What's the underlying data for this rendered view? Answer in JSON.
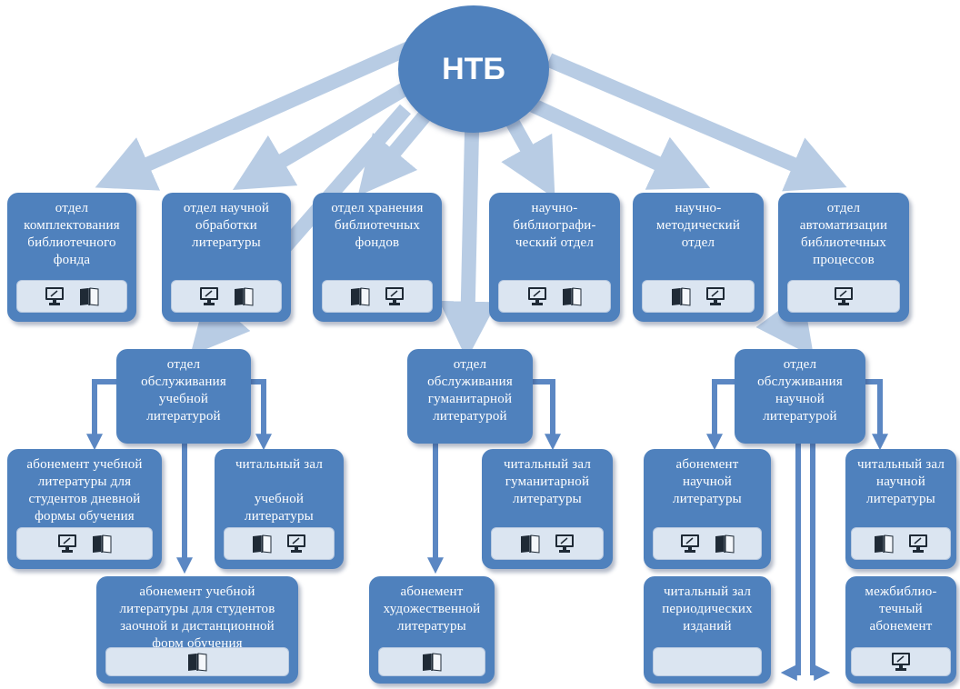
{
  "hub": {
    "label": "НТБ"
  },
  "colors": {
    "node": "#4f81bd",
    "arrow": "#b8cce4",
    "connector": "#5b87c3",
    "tray": "#dbe5f1"
  },
  "departments": [
    {
      "label": "отдел\nкомплектования\nбиблиотечного\nфонда",
      "icons": [
        "computer-icon",
        "book-icon"
      ]
    },
    {
      "label": "отдел  научной\nобработки\nлитературы",
      "icons": [
        "computer-icon",
        "book-icon"
      ]
    },
    {
      "label": "отдел  хранения\nбиблиотечных\nфондов",
      "icons": [
        "book-icon",
        "computer-icon"
      ]
    },
    {
      "label": "научно-\nбиблиографи-\nческий отдел",
      "icons": [
        "computer-icon",
        "book-icon"
      ]
    },
    {
      "label": "научно-\nметодический\nотдел",
      "icons": [
        "book-icon",
        "computer-icon"
      ]
    },
    {
      "label": "отдел\nавтоматизации\nбиблиотечных\nпроцессов",
      "icons": [
        "computer-icon"
      ]
    }
  ],
  "service_departments": [
    {
      "label": "отдел\nобслуживания\nучебной\nлитературой"
    },
    {
      "label": "отдел\nобслуживания\nгуманитарной\nлитературой"
    },
    {
      "label": "отдел\nобслуживания\nнаучной\nлитературой"
    }
  ],
  "units": [
    {
      "label": "абонемент  учебной\nлитературы для\nстудентов дневной\nформы обучения",
      "icons": [
        "computer-icon",
        "book-icon"
      ]
    },
    {
      "label": "читальный зал\n\nучебной\nлитературы",
      "icons": [
        "book-icon",
        "computer-icon"
      ]
    },
    {
      "label": "абонемент  учебной\nлитературы для студентов\nзаочной и дистанционной\nформ  обучения",
      "icons": [
        "book-icon"
      ]
    },
    {
      "label": "читальный зал\nгуманитарной\nлитературы",
      "icons": [
        "book-icon",
        "computer-icon"
      ]
    },
    {
      "label": "абонемент\nхудожественной\nлитературы",
      "icons": [
        "book-icon"
      ]
    },
    {
      "label": "абонемент\nнаучной\nлитературы",
      "icons": [
        "computer-icon",
        "book-icon"
      ]
    },
    {
      "label": "читальный зал\nнаучной\nлитературы",
      "icons": [
        "book-icon",
        "computer-icon"
      ]
    },
    {
      "label": "читальный зал\nпериодических\nизданий",
      "icons": []
    },
    {
      "label": "межбиблио-\nтечный\nабонемент",
      "icons": [
        "computer-icon"
      ]
    }
  ]
}
